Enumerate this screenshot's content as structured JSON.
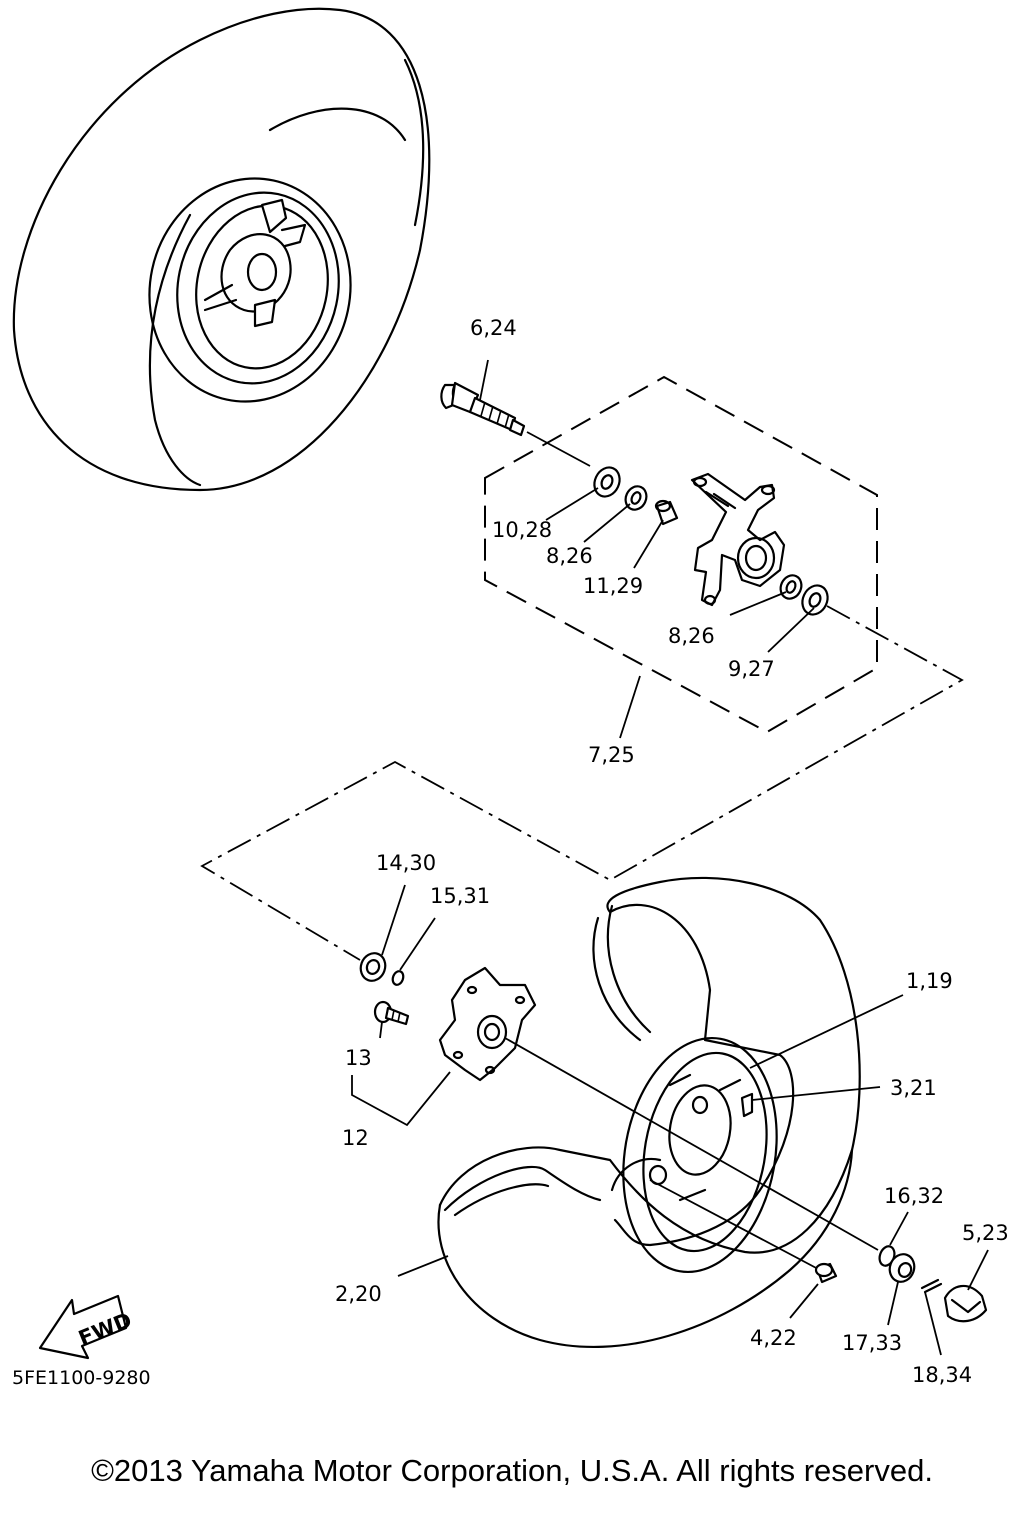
{
  "diagram": {
    "callouts": [
      {
        "id": "6-24",
        "text": "6,24"
      },
      {
        "id": "10-28",
        "text": "10,28"
      },
      {
        "id": "8-26-a",
        "text": "8,26"
      },
      {
        "id": "11-29",
        "text": "11,29"
      },
      {
        "id": "8-26-b",
        "text": "8,26"
      },
      {
        "id": "9-27",
        "text": "9,27"
      },
      {
        "id": "7-25",
        "text": "7,25"
      },
      {
        "id": "14-30",
        "text": "14,30"
      },
      {
        "id": "15-31",
        "text": "15,31"
      },
      {
        "id": "1-19",
        "text": "1,19"
      },
      {
        "id": "3-21",
        "text": "3,21"
      },
      {
        "id": "13",
        "text": "13"
      },
      {
        "id": "12",
        "text": "12"
      },
      {
        "id": "16-32",
        "text": "16,32"
      },
      {
        "id": "5-23",
        "text": "5,23"
      },
      {
        "id": "2-20",
        "text": "2,20"
      },
      {
        "id": "4-22",
        "text": "4,22"
      },
      {
        "id": "17-33",
        "text": "17,33"
      },
      {
        "id": "18-34",
        "text": "18,34"
      }
    ],
    "fwd_label": "FWD",
    "diagram_code": "5FE1100-9280"
  },
  "copyright": "©2013 Yamaha Motor Corporation, U.S.A. All rights reserved."
}
